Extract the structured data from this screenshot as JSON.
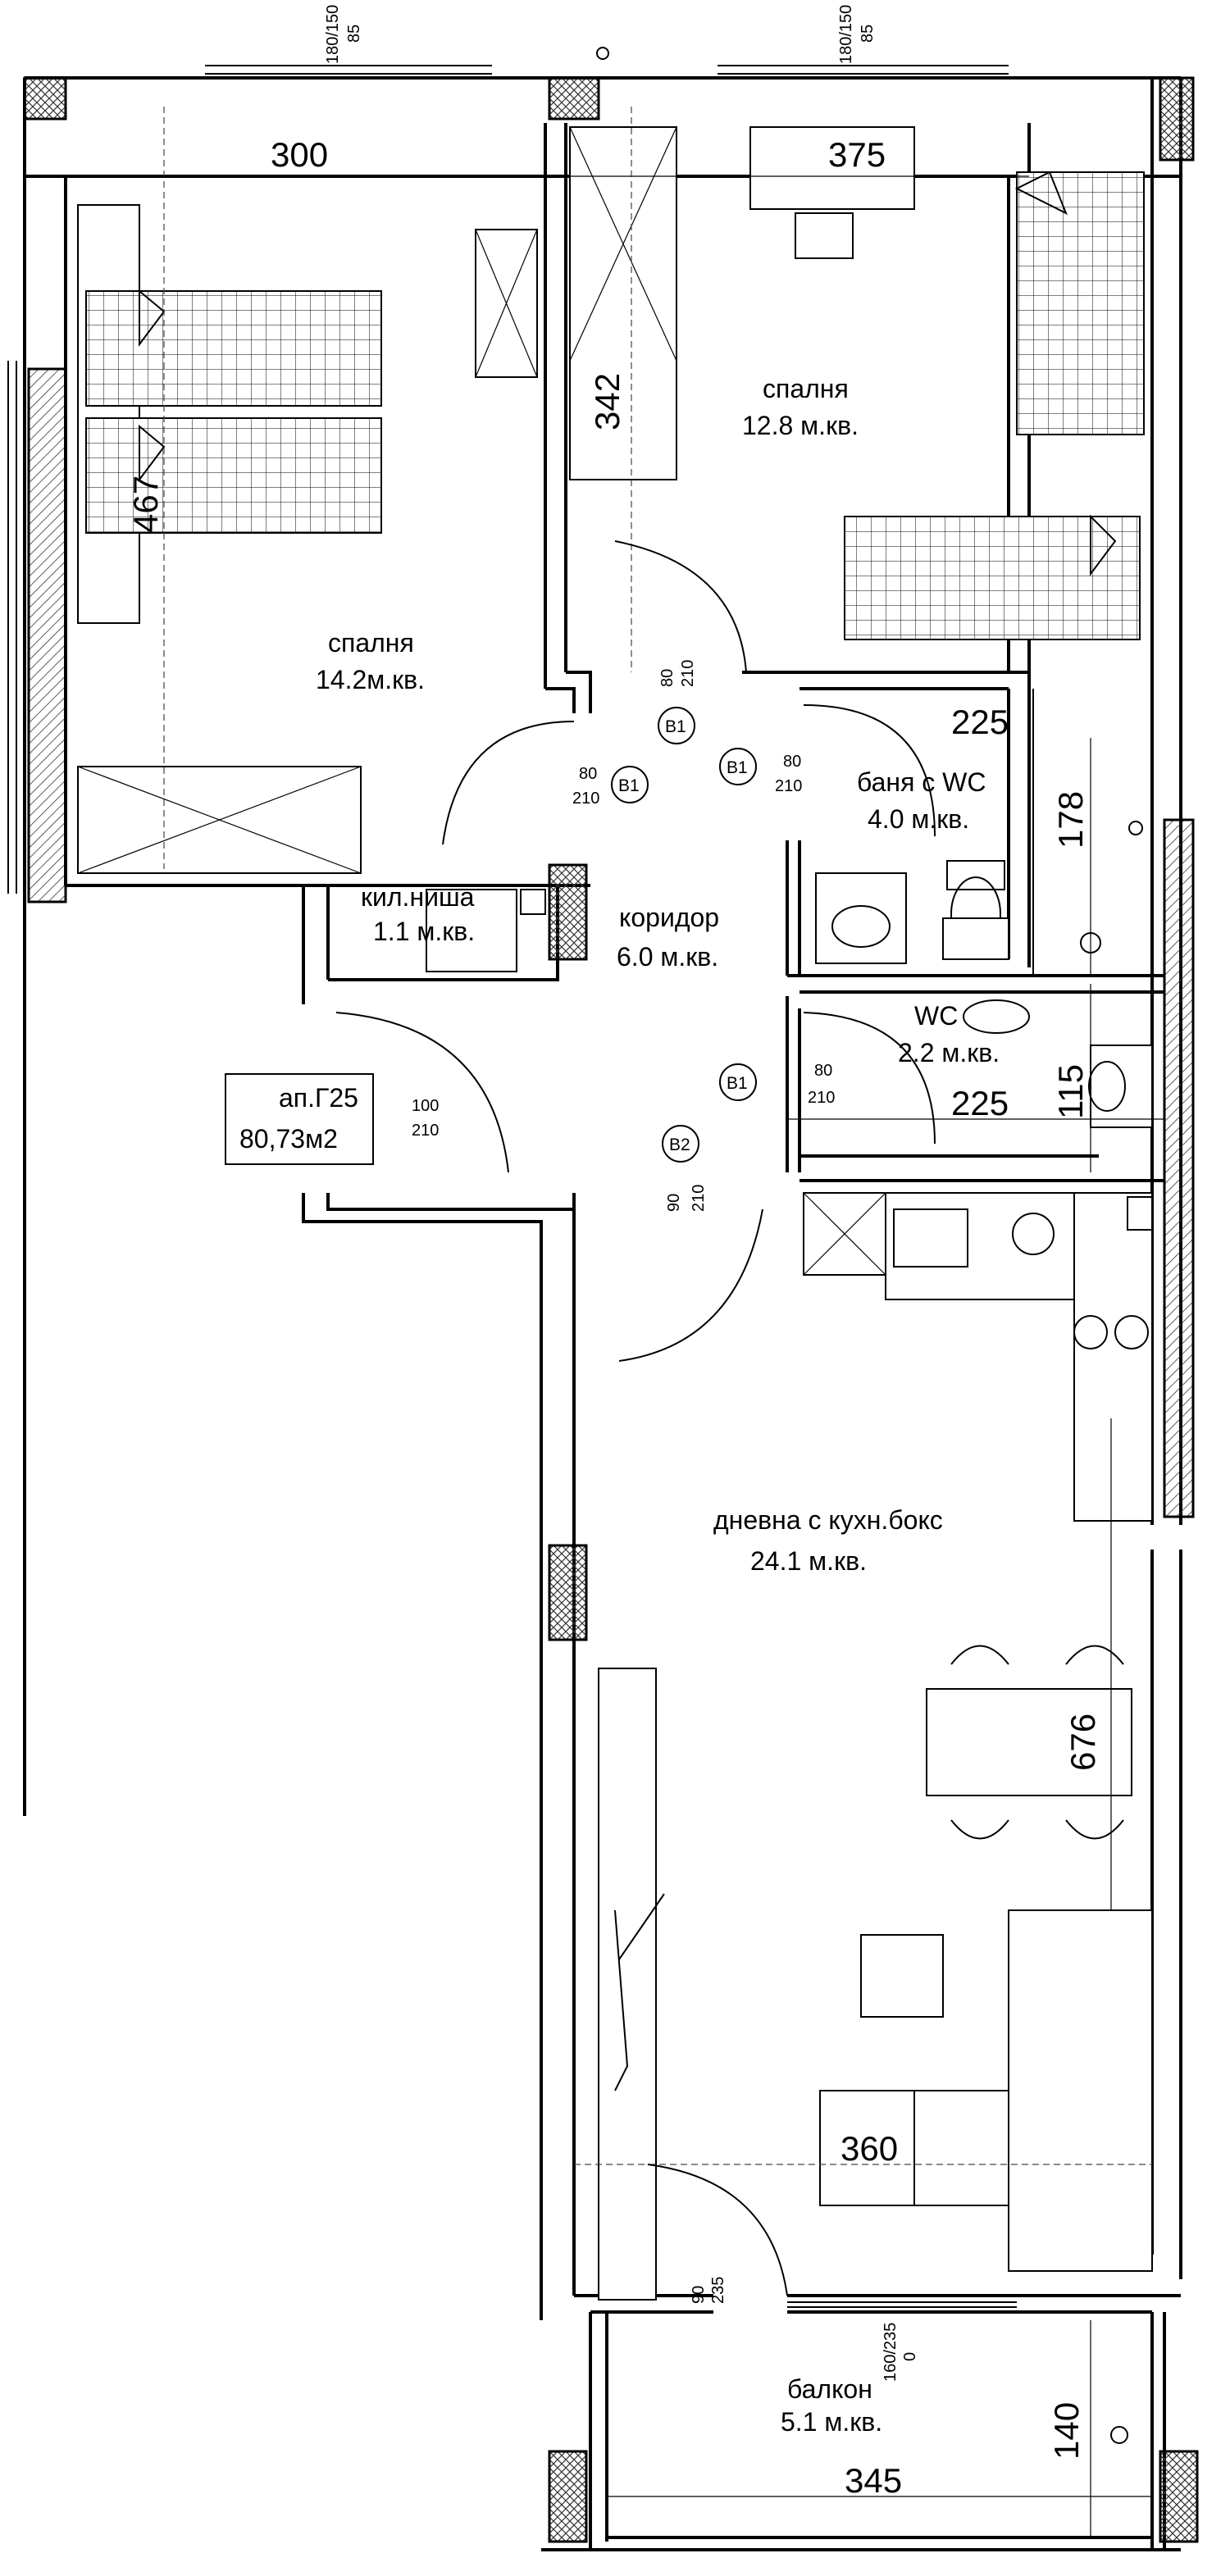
{
  "rooms": {
    "bedroom_left": {
      "name": "спалня",
      "area": "14.2м.кв."
    },
    "bedroom_right": {
      "name": "спалня",
      "area": "12.8 м.кв."
    },
    "bathroom": {
      "name": "баня с WC",
      "area": "4.0 м.кв."
    },
    "pantry": {
      "name": "кил.ниша",
      "area": "1.1 м.кв."
    },
    "corridor": {
      "name": "коридор",
      "area": "6.0 м.кв."
    },
    "wc": {
      "name": "WC",
      "area": "2.2 м.кв."
    },
    "living": {
      "name": "дневна с кухн.бокс",
      "area": "24.1 м.кв."
    },
    "balcony": {
      "name": "балкон",
      "area": "5.1 м.кв."
    }
  },
  "apartment": {
    "id": "ап.Г25",
    "area": "80,73м2"
  },
  "dimensions": {
    "d300": "300",
    "d375": "375",
    "d342": "342",
    "d467": "467",
    "d225a": "225",
    "d178": "178",
    "d225b": "225",
    "d115": "115",
    "d676": "676",
    "d360": "360",
    "d140": "140",
    "d345": "345"
  },
  "window_marks": {
    "w1_size": "180/150",
    "w1_sill": "85",
    "w2_size": "180/150",
    "w2_sill": "85",
    "bal_size": "160/235",
    "bal_sill": "0"
  },
  "doors": {
    "bed2_w": "80",
    "bed2_h": "210",
    "bed2_tag": "B1",
    "bed1_w": "80",
    "bed1_h": "210",
    "bed1_tag": "B1",
    "bath_w": "80",
    "bath_h": "210",
    "bath_tag": "B1",
    "wc_w": "80",
    "wc_h": "210",
    "wc_tag": "B1",
    "entry_w": "100",
    "entry_h": "210",
    "living_w": "90",
    "living_h": "210",
    "living_tag": "B2",
    "balc_w": "90",
    "balc_h": "235"
  }
}
